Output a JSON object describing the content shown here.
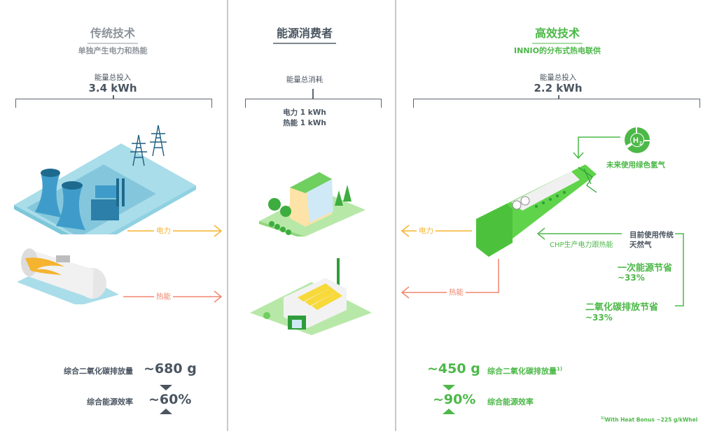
{
  "colors": {
    "gray_text": "#8e949a",
    "dark_text": "#4a5561",
    "green": "#4cb848",
    "orange": "#f5b32f",
    "salmon": "#f0876f",
    "blue_base": "#a9dde9",
    "green_base": "#b7e8a8"
  },
  "left": {
    "title": "传统技术",
    "subtitle": "单独产生电力和热能",
    "input_label": "能量总投入",
    "input_value": "3.4 kWh",
    "power_label": "电力",
    "heat_label": "热能",
    "co2_label": "综合二氧化碳排放量",
    "co2_value": "~680 g",
    "eff_label": "综合能源效率",
    "eff_value": "~60%"
  },
  "center": {
    "title": "能源消费者",
    "consumption_label": "能量总消耗",
    "power_line": "电力 1 kWh",
    "heat_line": "热能 1 kWh"
  },
  "right": {
    "title": "高效技术",
    "subtitle": "INNIO的分布式热电联供",
    "input_label": "能量总投入",
    "input_value": "2.2 kWh",
    "h2_icon_text": "H₂",
    "h2_label": "未来使用绿色氢气",
    "gas_label_line1": "目前使用传统",
    "gas_label_line2": "天然气",
    "chp_label": "CHP生产电力跟热能",
    "power_label": "电力",
    "heat_label": "热能",
    "saving1_title": "一次能源节省",
    "saving1_value": "~33%",
    "saving2_title": "二氧化碳排放节省",
    "saving2_value": "~33%",
    "co2_value": "~450 g",
    "co2_label": "综合二氧化碳排放量",
    "co2_footnote_mark": "1)",
    "eff_value": "~90%",
    "eff_label": "综合能源效率",
    "footnote_mark": "1)",
    "footnote": "With Heat Bonus ~225 g/kWhel"
  }
}
